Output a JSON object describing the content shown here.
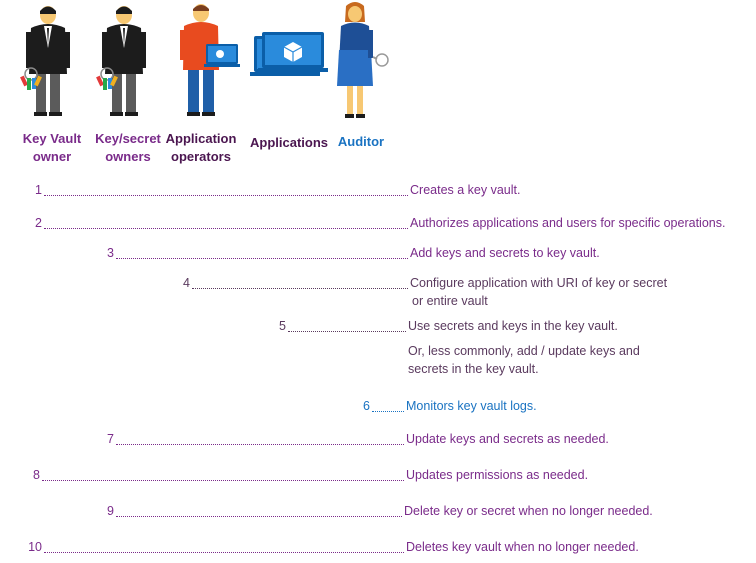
{
  "colors": {
    "purple": "#7a2b8a",
    "dark_purple": "#4b1650",
    "blue": "#1a73c2",
    "suit": "#1c1c1c",
    "pants": "#5b5b5b",
    "skin": "#f7c873",
    "orange_shirt": "#e84b1f",
    "jeans": "#1f5fa8",
    "laptop_blue": "#2a8bdc",
    "laptop_dark": "#0b5ea8",
    "auditor_dress": "#1e4f96"
  },
  "icons": {
    "key_vault_owner": "person-suit-icon",
    "key_secret_owner": "person-suit-icon",
    "application_operator": "person-laptop-icon",
    "applications": "laptop-pair-icon",
    "auditor": "person-magnifier-icon"
  },
  "roles": [
    {
      "id": "key-vault-owner",
      "line1": "Key Vault",
      "line2": "owner",
      "color": "#7a2b8a"
    },
    {
      "id": "key-secret-owners",
      "line1": "Key/secret",
      "line2": "owners",
      "color": "#7a2b8a"
    },
    {
      "id": "application-operators",
      "line1": "Application",
      "line2": "operators",
      "color": "#4b1650"
    },
    {
      "id": "applications",
      "line1": "Applications",
      "line2": "",
      "color": "#4b1650"
    },
    {
      "id": "auditor",
      "line1": "Auditor",
      "line2": "",
      "color": "#1a73c2"
    }
  ],
  "steps": [
    {
      "number": "1",
      "text": "Creates a key vault.",
      "color": "#7a2b8a"
    },
    {
      "number": "2",
      "text": "Authorizes applications and users for specific operations.",
      "color": "#7a2b8a"
    },
    {
      "number": "3",
      "text": "Add keys and secrets to key vault.",
      "color": "#7a2b8a"
    },
    {
      "number": "4",
      "text": "Configure application with URI of key or secret",
      "text2": "or entire vault",
      "color": "#5a3a5e"
    },
    {
      "number": "5",
      "text": "Use secrets and keys in the key vault.",
      "color": "#5a3a5e"
    },
    {
      "number": "6",
      "text": "Monitors key vault logs.",
      "color": "#1a73c2"
    },
    {
      "number": "7",
      "text": "Update keys and secrets as needed.",
      "color": "#7a2b8a"
    },
    {
      "number": "8",
      "text": "Updates permissions as needed.",
      "color": "#7a2b8a"
    },
    {
      "number": "9",
      "text": "Delete key or secret when no longer needed.",
      "color": "#7a2b8a"
    },
    {
      "number": "10",
      "text": "Deletes key vault when no longer needed.",
      "color": "#7a2b8a"
    }
  ],
  "note": {
    "line1": "Or, less commonly, add / update keys and",
    "line2": "secrets in the key vault.",
    "color": "#5a3a5e"
  }
}
